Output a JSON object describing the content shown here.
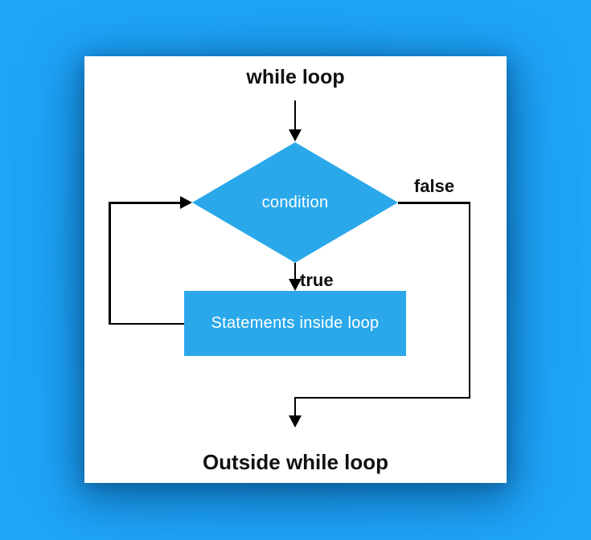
{
  "diagram": {
    "title": "while loop",
    "condition": {
      "label": "condition",
      "shape": "diamond"
    },
    "process": {
      "label": "Statements inside loop",
      "shape": "rectangle"
    },
    "branches": {
      "true_label": "true",
      "false_label": "false"
    },
    "exit_label": "Outside while loop",
    "colors": {
      "background_blue": "#1ea3f8",
      "shape_blue": "#2ba8ea",
      "card_background": "#ffffff",
      "line_color": "#000000",
      "shape_text_color": "#ffffff",
      "label_text_color": "#111111"
    }
  }
}
